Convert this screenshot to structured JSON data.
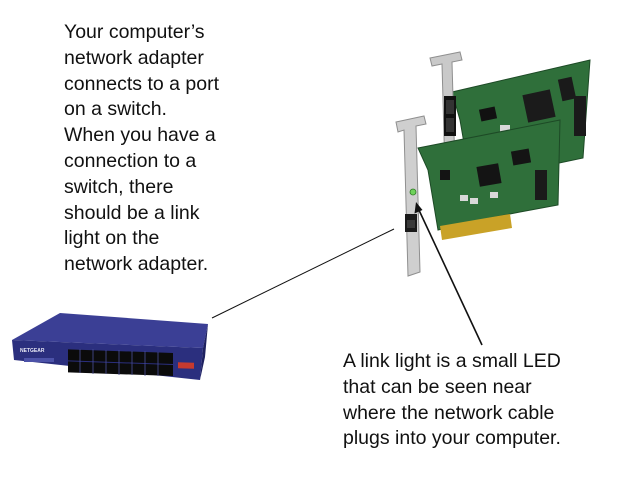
{
  "captions": {
    "adapter_text": "Your computer’s\nnetwork adapter\nconnects to a port\non a switch.\nWhen you have a\nconnection to a\nswitch, there\nshould be a link\nlight on the\nnetwork adapter.",
    "led_text": "A link light is a small LED\nthat can be seen near\nwhere the network cable\nplugs into your computer."
  },
  "switch_brand": "NETGEAR",
  "icons": {
    "switch": "network-switch-icon",
    "card": "network-adapter-card-icon"
  },
  "colors": {
    "switch_body": "#2b2f7e",
    "pcb": "#2f6f3a",
    "bracket": "#c9c9c9",
    "connector_pins": "#c9a227",
    "text": "#111111",
    "link_led": "#6fd35b"
  }
}
